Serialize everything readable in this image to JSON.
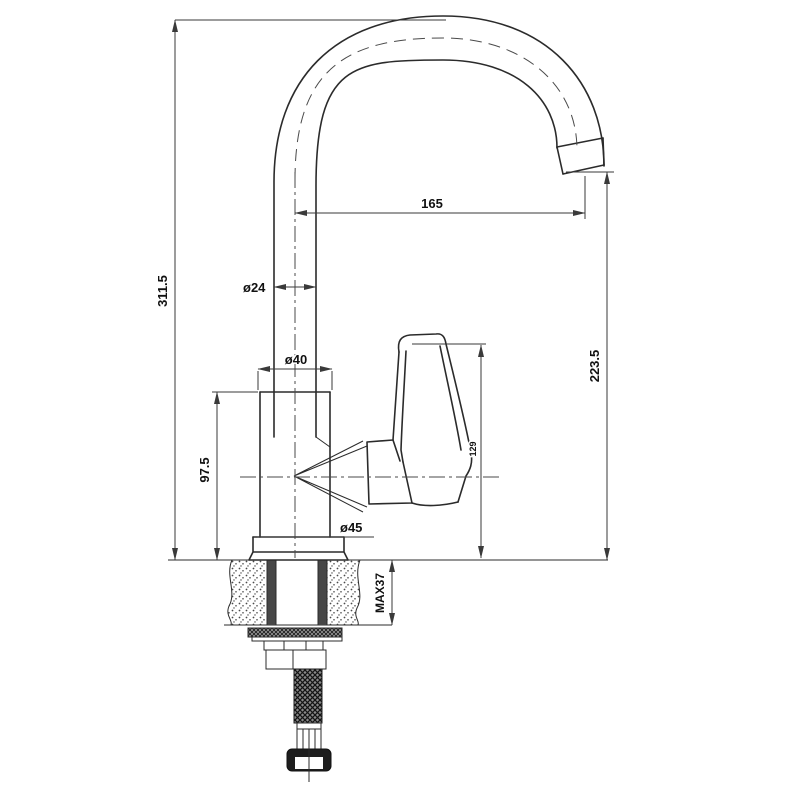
{
  "drawing": {
    "title": "kitchen faucet dimension drawing",
    "background_color": "#ffffff",
    "object_line_color": "#2b2b2b",
    "dimension_line_color": "#3a3a3a",
    "labels": {
      "spout_reach": "165",
      "overall_height": "311.5",
      "outlet_height": "223.5",
      "spout_tube_diameter": "ø24",
      "body_diameter": "ø40",
      "body_height": "97.5",
      "handle_height": "129",
      "base_diameter": "ø45",
      "max_mounting_thickness": "MAX37"
    }
  }
}
